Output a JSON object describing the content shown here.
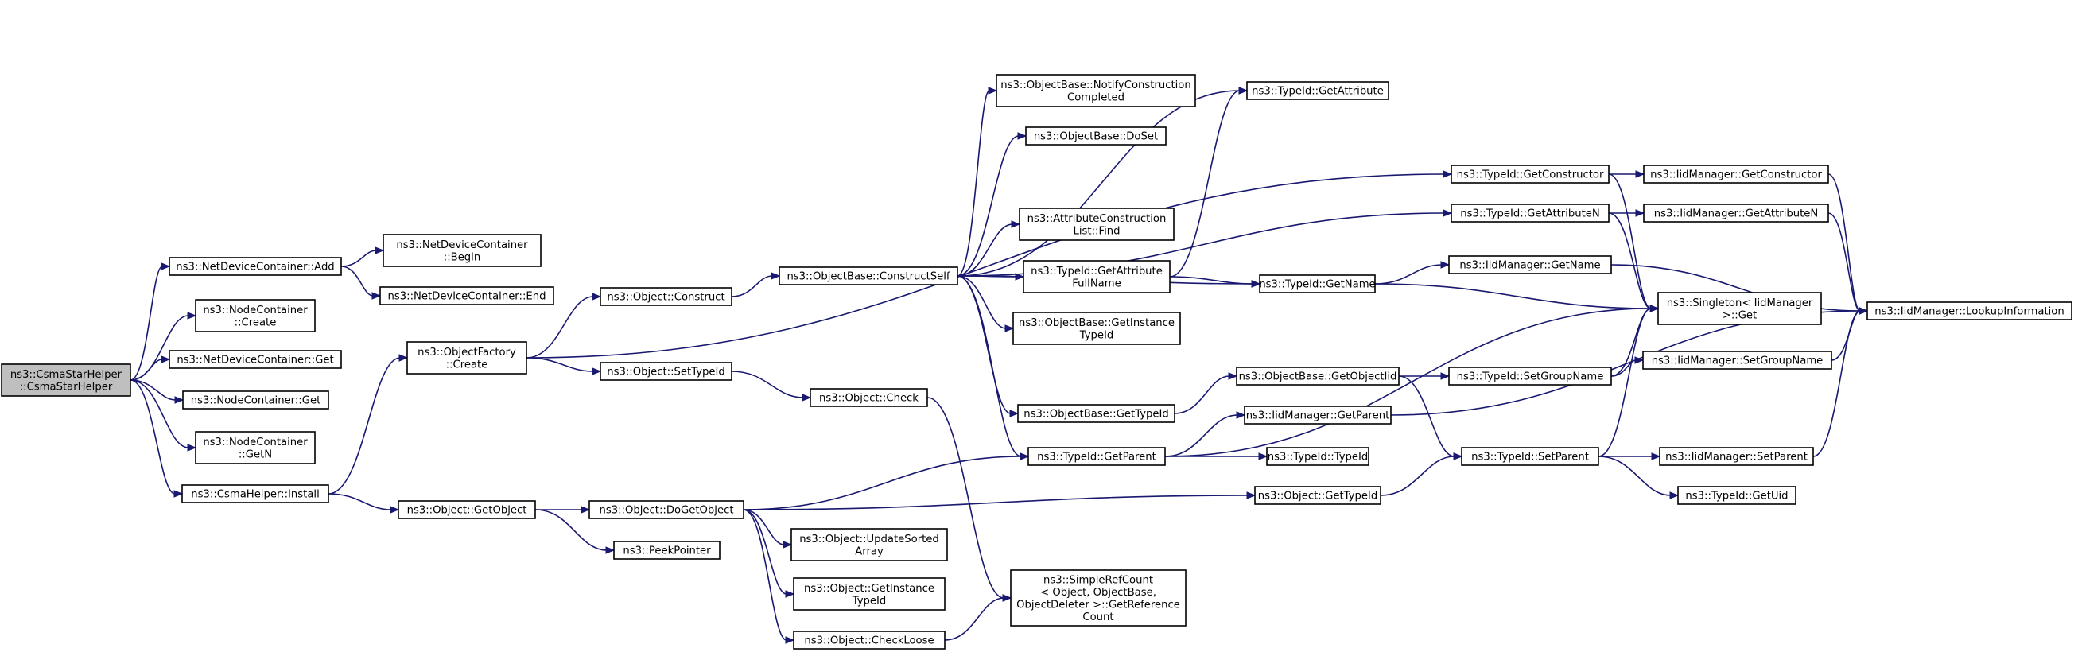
{
  "graph": {
    "edge_color": "#191970",
    "root_fill": "#bfbfbf",
    "nodes": [
      {
        "id": "root",
        "lines": [
          "ns3::CsmaStarHelper",
          "::CsmaStarHelper"
        ]
      },
      {
        "id": "ndc_add",
        "lines": [
          "ns3::NetDeviceContainer::Add"
        ]
      },
      {
        "id": "nc_create",
        "lines": [
          "ns3::NodeContainer",
          "::Create"
        ]
      },
      {
        "id": "ndc_get",
        "lines": [
          "ns3::NetDeviceContainer::Get"
        ]
      },
      {
        "id": "nc_get",
        "lines": [
          "ns3::NodeContainer::Get"
        ]
      },
      {
        "id": "nc_getn",
        "lines": [
          "ns3::NodeContainer",
          "::GetN"
        ]
      },
      {
        "id": "csma_install",
        "lines": [
          "ns3::CsmaHelper::Install"
        ]
      },
      {
        "id": "ndc_begin",
        "lines": [
          "ns3::NetDeviceContainer",
          "::Begin"
        ]
      },
      {
        "id": "ndc_end",
        "lines": [
          "ns3::NetDeviceContainer::End"
        ]
      },
      {
        "id": "of_create",
        "lines": [
          "ns3::ObjectFactory",
          "::Create"
        ]
      },
      {
        "id": "obj_getobject",
        "lines": [
          "ns3::Object::GetObject"
        ]
      },
      {
        "id": "peek",
        "lines": [
          "ns3::PeekPointer"
        ]
      },
      {
        "id": "obj_construct",
        "lines": [
          "ns3::Object::Construct"
        ]
      },
      {
        "id": "obj_settypeid",
        "lines": [
          "ns3::Object::SetTypeId"
        ]
      },
      {
        "id": "obj_dogetobject",
        "lines": [
          "ns3::Object::DoGetObject"
        ]
      },
      {
        "id": "ob_constructself",
        "lines": [
          "ns3::ObjectBase::ConstructSelf"
        ]
      },
      {
        "id": "obj_check",
        "lines": [
          "ns3::Object::Check"
        ]
      },
      {
        "id": "obj_updatesorted",
        "lines": [
          "ns3::Object::UpdateSorted",
          "Array"
        ]
      },
      {
        "id": "obj_getinstance",
        "lines": [
          "ns3::Object::GetInstance",
          "TypeId"
        ]
      },
      {
        "id": "obj_checkloose",
        "lines": [
          "ns3::Object::CheckLoose"
        ]
      },
      {
        "id": "ob_notify",
        "lines": [
          "ns3::ObjectBase::NotifyConstruction",
          "Completed"
        ]
      },
      {
        "id": "ob_doset",
        "lines": [
          "ns3::ObjectBase::DoSet"
        ]
      },
      {
        "id": "acl_find",
        "lines": [
          "ns3::AttributeConstruction",
          "List::Find"
        ]
      },
      {
        "id": "tid_getattrfull",
        "lines": [
          "ns3::TypeId::GetAttribute",
          "FullName"
        ]
      },
      {
        "id": "ob_getinstance",
        "lines": [
          "ns3::ObjectBase::GetInstance",
          "TypeId"
        ]
      },
      {
        "id": "ob_gettypeid",
        "lines": [
          "ns3::ObjectBase::GetTypeId"
        ]
      },
      {
        "id": "tid_getparent",
        "lines": [
          "ns3::TypeId::GetParent"
        ]
      },
      {
        "id": "src_getref",
        "lines": [
          "ns3::SimpleRefCount",
          "< Object, ObjectBase,",
          "ObjectDeleter >::GetReference",
          "Count"
        ]
      },
      {
        "id": "tid_getattribute",
        "lines": [
          "ns3::TypeId::GetAttribute"
        ]
      },
      {
        "id": "tid_getname",
        "lines": [
          "ns3::TypeId::GetName"
        ]
      },
      {
        "id": "ob_getobjectiid",
        "lines": [
          "ns3::ObjectBase::GetObjectIid"
        ]
      },
      {
        "id": "iid_getparent",
        "lines": [
          "ns3::IidManager::GetParent"
        ]
      },
      {
        "id": "tid_typeid",
        "lines": [
          "ns3::TypeId::TypeId"
        ]
      },
      {
        "id": "obj_gettypeid",
        "lines": [
          "ns3::Object::GetTypeId"
        ]
      },
      {
        "id": "tid_getconstructor",
        "lines": [
          "ns3::TypeId::GetConstructor"
        ]
      },
      {
        "id": "tid_getattributen",
        "lines": [
          "ns3::TypeId::GetAttributeN"
        ]
      },
      {
        "id": "iid_getname",
        "lines": [
          "ns3::IidManager::GetName"
        ]
      },
      {
        "id": "tid_setgroupname",
        "lines": [
          "ns3::TypeId::SetGroupName"
        ]
      },
      {
        "id": "tid_setparent",
        "lines": [
          "ns3::TypeId::SetParent"
        ]
      },
      {
        "id": "iid_getconstructor",
        "lines": [
          "ns3::IidManager::GetConstructor"
        ]
      },
      {
        "id": "iid_getattributen",
        "lines": [
          "ns3::IidManager::GetAttributeN"
        ]
      },
      {
        "id": "singleton_get",
        "lines": [
          "ns3::Singleton< IidManager",
          " >::Get"
        ]
      },
      {
        "id": "iid_setgroupname",
        "lines": [
          "ns3::IidManager::SetGroupName"
        ]
      },
      {
        "id": "iid_setparent",
        "lines": [
          "ns3::IidManager::SetParent"
        ]
      },
      {
        "id": "tid_getuid",
        "lines": [
          "ns3::TypeId::GetUid"
        ]
      },
      {
        "id": "iid_lookup",
        "lines": [
          "ns3::IidManager::LookupInformation"
        ]
      }
    ],
    "edges": [
      [
        "root",
        "ndc_add"
      ],
      [
        "root",
        "nc_create"
      ],
      [
        "root",
        "ndc_get"
      ],
      [
        "root",
        "nc_get"
      ],
      [
        "root",
        "nc_getn"
      ],
      [
        "root",
        "csma_install"
      ],
      [
        "ndc_add",
        "ndc_begin"
      ],
      [
        "ndc_add",
        "ndc_end"
      ],
      [
        "csma_install",
        "of_create"
      ],
      [
        "csma_install",
        "obj_getobject"
      ],
      [
        "of_create",
        "obj_construct"
      ],
      [
        "of_create",
        "obj_settypeid"
      ],
      [
        "of_create",
        "tid_getconstructor"
      ],
      [
        "obj_getobject",
        "obj_dogetobject"
      ],
      [
        "obj_getobject",
        "peek"
      ],
      [
        "obj_construct",
        "ob_constructself"
      ],
      [
        "obj_settypeid",
        "obj_check"
      ],
      [
        "obj_check",
        "src_getref"
      ],
      [
        "obj_dogetobject",
        "tid_getparent"
      ],
      [
        "obj_dogetobject",
        "obj_updatesorted"
      ],
      [
        "obj_dogetobject",
        "obj_getinstance"
      ],
      [
        "obj_dogetobject",
        "obj_checkloose"
      ],
      [
        "obj_dogetobject",
        "obj_gettypeid"
      ],
      [
        "obj_checkloose",
        "src_getref"
      ],
      [
        "ob_constructself",
        "ob_notify"
      ],
      [
        "ob_constructself",
        "ob_doset"
      ],
      [
        "ob_constructself",
        "acl_find"
      ],
      [
        "ob_constructself",
        "tid_getattrfull"
      ],
      [
        "ob_constructself",
        "ob_getinstance"
      ],
      [
        "ob_constructself",
        "ob_gettypeid"
      ],
      [
        "ob_constructself",
        "tid_getparent"
      ],
      [
        "ob_constructself",
        "tid_getattribute"
      ],
      [
        "ob_constructself",
        "tid_getname"
      ],
      [
        "ob_constructself",
        "tid_getattributen"
      ],
      [
        "tid_getattrfull",
        "tid_getattribute"
      ],
      [
        "tid_getattrfull",
        "tid_getname"
      ],
      [
        "ob_gettypeid",
        "ob_getobjectiid"
      ],
      [
        "tid_getparent",
        "iid_getparent"
      ],
      [
        "tid_getparent",
        "tid_typeid"
      ],
      [
        "tid_getparent",
        "singleton_get"
      ],
      [
        "tid_getname",
        "iid_getname"
      ],
      [
        "tid_getname",
        "singleton_get"
      ],
      [
        "ob_getobjectiid",
        "tid_setgroupname"
      ],
      [
        "ob_getobjectiid",
        "tid_setparent"
      ],
      [
        "iid_getparent",
        "iid_lookup"
      ],
      [
        "obj_gettypeid",
        "tid_setparent"
      ],
      [
        "tid_getconstructor",
        "iid_getconstructor"
      ],
      [
        "tid_getconstructor",
        "singleton_get"
      ],
      [
        "tid_getattributen",
        "iid_getattributen"
      ],
      [
        "tid_getattributen",
        "singleton_get"
      ],
      [
        "iid_getname",
        "iid_lookup"
      ],
      [
        "tid_setgroupname",
        "iid_setgroupname"
      ],
      [
        "tid_setgroupname",
        "singleton_get"
      ],
      [
        "tid_setparent",
        "iid_setparent"
      ],
      [
        "tid_setparent",
        "tid_getuid"
      ],
      [
        "tid_setparent",
        "singleton_get"
      ],
      [
        "iid_getconstructor",
        "iid_lookup"
      ],
      [
        "iid_getattributen",
        "iid_lookup"
      ],
      [
        "iid_setgroupname",
        "iid_lookup"
      ],
      [
        "iid_setparent",
        "iid_lookup"
      ]
    ]
  }
}
